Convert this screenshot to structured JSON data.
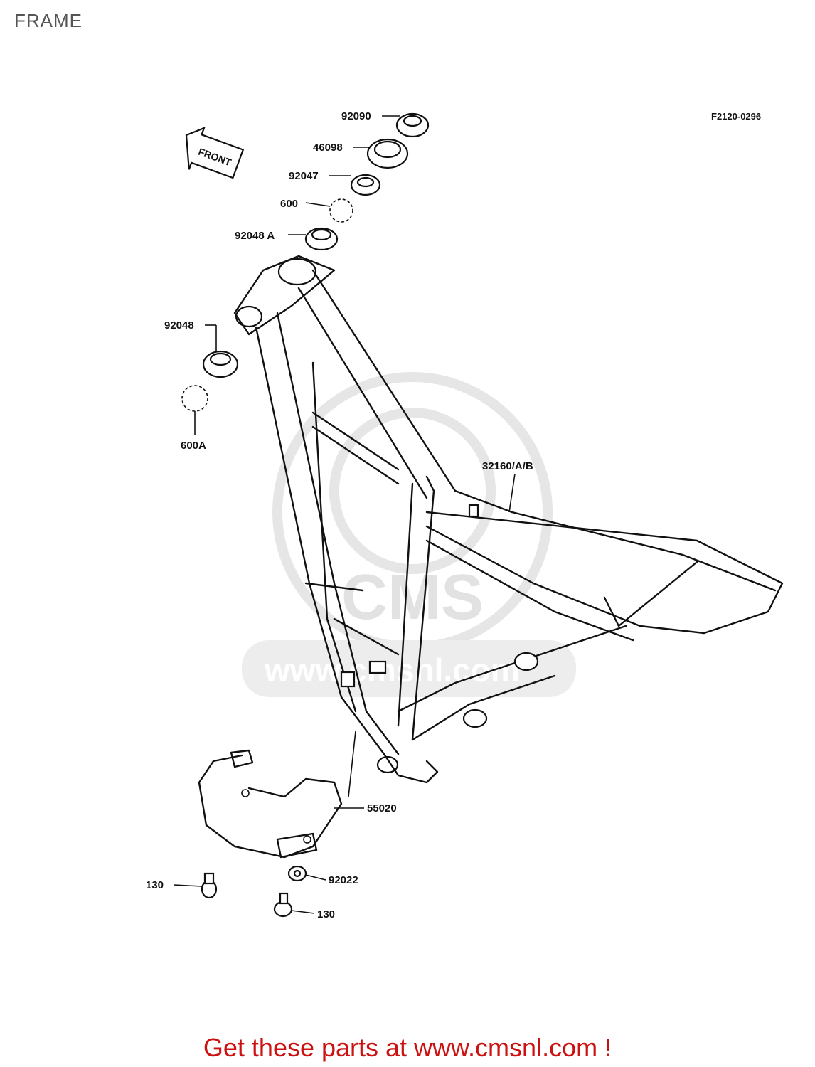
{
  "page": {
    "title": "FRAME"
  },
  "diagram": {
    "drawing_code": "F2120-0296",
    "front_arrow_text": "FRONT",
    "watermark_text": "www.cmsnl.com",
    "watermark_logo_text": "CMS",
    "callouts": [
      {
        "id": "92090",
        "label": "92090"
      },
      {
        "id": "46098",
        "label": "46098"
      },
      {
        "id": "92047",
        "label": "92047"
      },
      {
        "id": "600",
        "label": "600"
      },
      {
        "id": "92048A",
        "label": "92048 A"
      },
      {
        "id": "92048",
        "label": "92048"
      },
      {
        "id": "600A",
        "label": "600A"
      },
      {
        "id": "32160",
        "label": "32160/A/B"
      },
      {
        "id": "55020",
        "label": "55020"
      },
      {
        "id": "130a",
        "label": "130"
      },
      {
        "id": "92022",
        "label": "92022"
      },
      {
        "id": "130b",
        "label": "130"
      }
    ]
  },
  "footer": {
    "text": "Get these parts at www.cmsnl.com !",
    "color": "#cc1111"
  }
}
